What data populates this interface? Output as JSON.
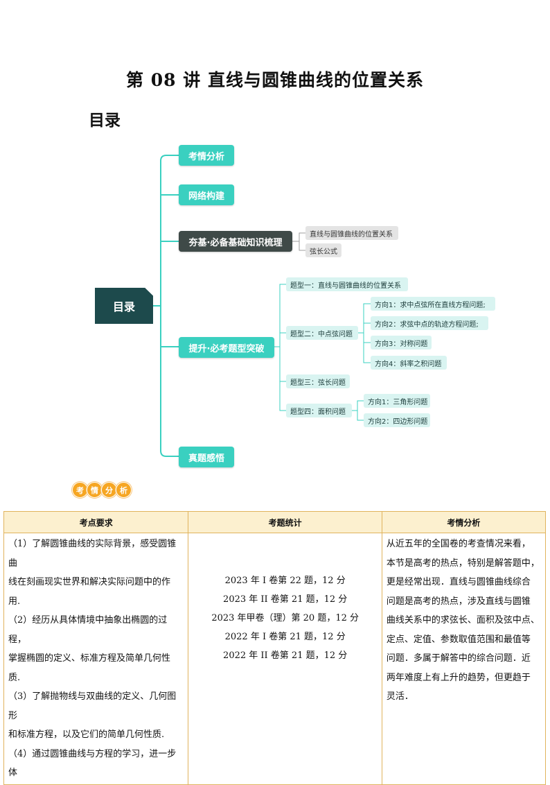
{
  "title": "第 08 讲  直线与圆锥曲线的位置关系",
  "toc_heading": "目录",
  "mindmap": {
    "root": "目录",
    "level1": [
      "考情分析",
      "网络构建",
      "夯基·必备基础知识梳理",
      "提升·必考题型突破",
      "真题感悟"
    ],
    "basics_children": [
      "直线与圆锥曲线的位置关系",
      "弦长公式"
    ],
    "types": [
      "题型一：直线与圆锥曲线的位置关系",
      "题型二：中点弦问题",
      "题型三：弦长问题",
      "题型四：面积问题"
    ],
    "type2_directions": [
      "方向1：求中点弦所在直线方程问题;",
      "方向2：求弦中点的轨迹方程问题;",
      "方向3：对称问题",
      "方向4：斜率之积问题"
    ],
    "type4_directions": [
      "方向1：三角形问题",
      "方向2：四边形问题"
    ]
  },
  "badge_chars": [
    "考",
    "情",
    "分",
    "析"
  ],
  "table": {
    "headers": [
      "考点要求",
      "考题统计",
      "考情分析"
    ],
    "requirements": [
      "（1）了解圆锥曲线的实际背景，感受圆锥曲",
      "线在刻画现实世界和解决实际问题中的作",
      "用.",
      "（2）经历从具体情境中抽象出椭圆的过程，",
      "掌握椭圆的定义、标准方程及简单几何性",
      "质.",
      "（3）了解抛物线与双曲线的定义、几何图形",
      "和标准方程，以及它们的简单几何性质.",
      "（4）通过圆锥曲线与方程的学习，进一步体"
    ],
    "stats": [
      "2023 年 I 卷第 22 题，12 分",
      "2023 年 II 卷第 21 题，12 分",
      "2023 年甲卷（理）第 20 题，12 分",
      "2022 年 I 卷第 21 题，12 分",
      "2022 年 II 卷第 21 题，12 分"
    ],
    "analysis": [
      "从近五年的全国卷的考查情况来看，",
      "本节是高考的热点，特别是解答题中，",
      "更是经常出现．直线与圆锥曲线综合",
      "问题是高考的热点，涉及直线与圆锥",
      "曲线关系中的求弦长、面积及弦中点、",
      "定点、定值、参数取值范围和最值等",
      "问题．多属于解答中的综合问题．近",
      "两年难度上有上升的趋势，但更趋于",
      "灵活．"
    ]
  }
}
